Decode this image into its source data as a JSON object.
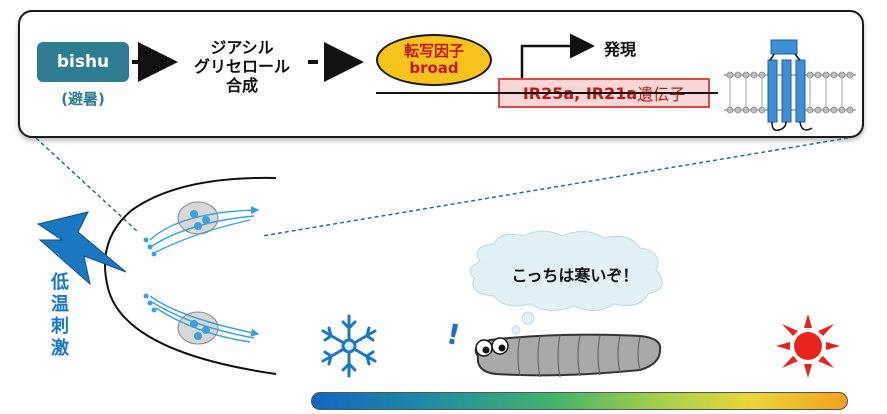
{
  "pathway": {
    "gene_name": "bishu",
    "gene_note": "(避暑)",
    "synthesis": [
      "ジアシル",
      "グリセロール",
      "合成"
    ],
    "transcription_factor": [
      "転写因子",
      "broad"
    ],
    "target_genes_bold": "IR25a, IR21a",
    "target_genes_suffix": "遺伝子",
    "expression_label": "発現"
  },
  "scene": {
    "stimulus_label": "低温刺激",
    "speech": "こっちは寒いぞ！",
    "exclaim": "!"
  },
  "colors": {
    "bishu_box": "#2e7d93",
    "transcription_factor_fill": "#f7c31c",
    "transcription_factor_text": "#c0181a",
    "gene_box_fill": "#f8d7d7",
    "gene_box_border": "#e04848",
    "cold": "#1a78c2",
    "hot": "#e8221c",
    "receptor": "#3f8fd6"
  }
}
